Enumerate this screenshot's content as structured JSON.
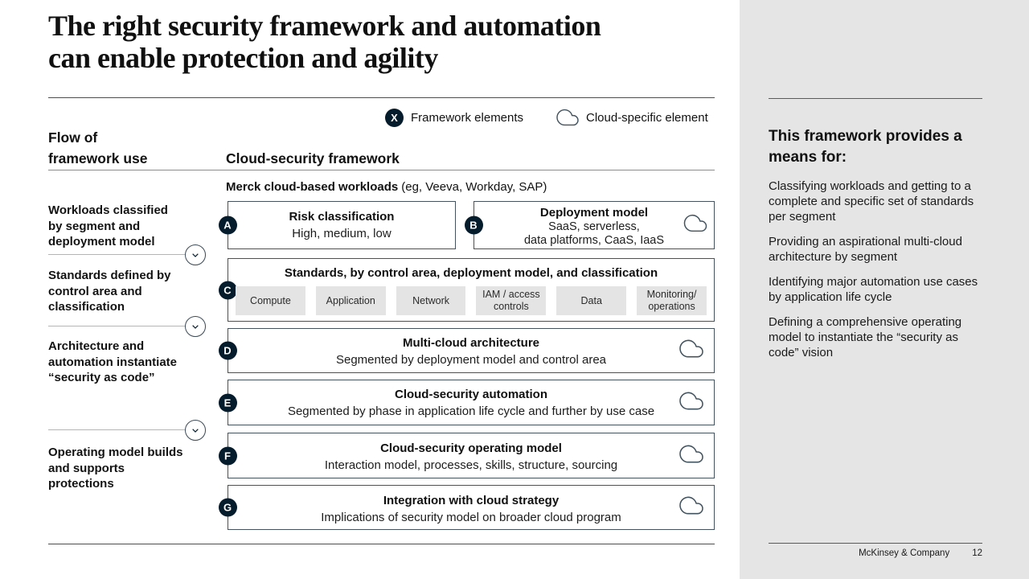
{
  "title": {
    "line1": "The right security framework and automation",
    "line2": "can enable protection and agility"
  },
  "legend": {
    "framework": {
      "symbol": "X",
      "label": "Framework elements"
    },
    "cloud": {
      "label": "Cloud-specific element"
    }
  },
  "flow": {
    "header_line1": "Flow of",
    "header_line2": "framework use",
    "items": [
      "Workloads classified by segment and deployment model",
      "Standards defined by control area and classification",
      "Architecture and automation instantiate “security as code”",
      "Operating model builds and supports protections"
    ]
  },
  "framework": {
    "header": "Cloud-security framework",
    "workloads_title": "Merck cloud-based workloads",
    "workloads_note": "(eg, Veeva, Workday, SAP)",
    "boxes": [
      {
        "letter": "A",
        "title": "Risk classification",
        "subtitle": "High, medium, low"
      },
      {
        "letter": "B",
        "title": "Deployment model",
        "subtitle_line1": "SaaS, serverless,",
        "subtitle_line2": "data platforms, CaaS, IaaS"
      },
      {
        "letter": "C",
        "title": "Standards, by control area, deployment model, and classification",
        "chips": [
          "Compute",
          "Application",
          "Network",
          "IAM / access controls",
          "Data",
          "Monitoring/ operations"
        ]
      },
      {
        "letter": "D",
        "title": "Multi-cloud architecture",
        "subtitle": "Segmented by deployment model and control area"
      },
      {
        "letter": "E",
        "title": "Cloud-security automation",
        "subtitle": "Segmented by phase in application life cycle and further by use case"
      },
      {
        "letter": "F",
        "title": "Cloud-security operating model",
        "subtitle": "Interaction model, processes, skills, structure, sourcing"
      },
      {
        "letter": "G",
        "title": "Integration with cloud strategy",
        "subtitle": "Implications of security model on broader cloud program"
      }
    ]
  },
  "sidebar": {
    "heading": "This framework provides a means for:",
    "paragraphs": [
      "Classifying workloads and getting to a complete and specific set of standards per segment",
      "Providing an aspirational multi-cloud architecture by segment",
      "Identifying major automation use cases by application life cycle",
      "Defining a comprehensive operating model to instantiate the “security as code” vision"
    ]
  },
  "footer": {
    "brand": "McKinsey & Company",
    "page": "12"
  },
  "colors": {
    "navy": "#051c2c",
    "chip_gray": "#e4e4e4",
    "sidebar_gray": "#e5e5e5"
  }
}
